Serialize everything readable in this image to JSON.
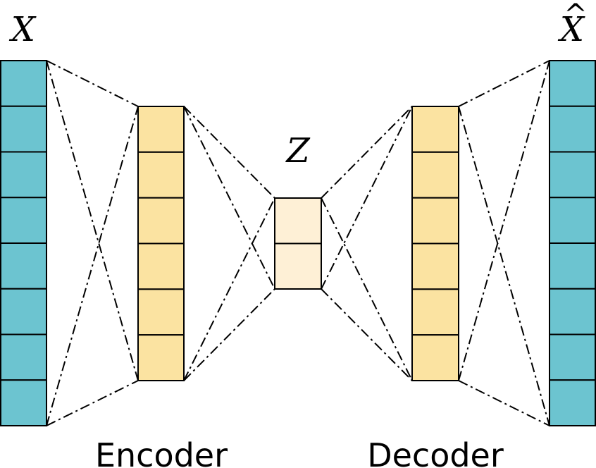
{
  "labels": {
    "input": "X",
    "latent": "Z",
    "output": "X",
    "output_hat": "^",
    "encoder": "Encoder",
    "decoder": "Decoder"
  },
  "layers": [
    {
      "id": "input",
      "cells": 8,
      "fill": "#6cc4d0"
    },
    {
      "id": "encoder-hidden",
      "cells": 6,
      "fill": "#fbe3a1"
    },
    {
      "id": "latent",
      "cells": 2,
      "fill": "#fef0d6"
    },
    {
      "id": "decoder-hidden",
      "cells": 6,
      "fill": "#fbe3a1"
    },
    {
      "id": "output",
      "cells": 8,
      "fill": "#6cc4d0"
    }
  ],
  "colors": {
    "stroke": "#000000",
    "connection": "#000000"
  }
}
